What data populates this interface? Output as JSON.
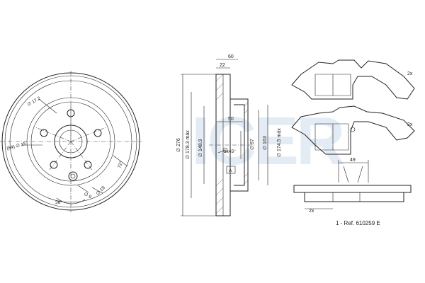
{
  "watermark": {
    "text": "ICER",
    "color": "#1b5aa6"
  },
  "disc_front": {
    "labels": {
      "hole_dia": "∅ 17.2",
      "pcd": "(84) ∅ 15",
      "bolt": "∅ 9",
      "width_72": "72°",
      "hub_18": "∅ 18",
      "angle_36": "36°"
    }
  },
  "disc_section": {
    "labels": {
      "overall_width": "60",
      "hat_width": "22",
      "inner_50": "50",
      "outer_dia": "∅ 276",
      "hat_max": "∅ 178.3 máx",
      "hat_dia": "∅ 148.9",
      "chamfer": "3x45°",
      "hub_dia": "∅ 67",
      "face_dia": "∅ 163",
      "face_max": "∅ 174.5 máx",
      "detail": "A"
    }
  },
  "pads": {
    "qty_top": "2x",
    "qty_mid": "2x",
    "qty_side": "2x",
    "width": "49"
  },
  "reference": "1 - Ref. 610259 E"
}
